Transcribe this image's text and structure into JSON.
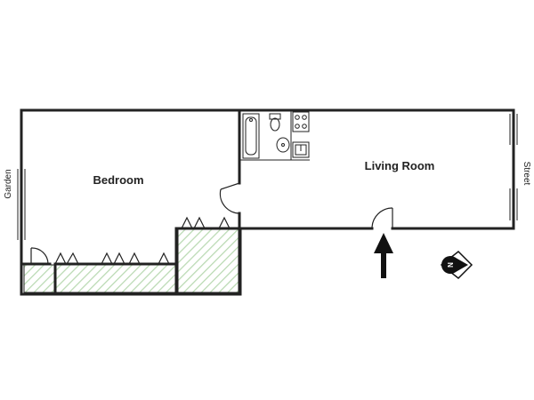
{
  "rooms": {
    "bedroom": "Bedroom",
    "living_room": "Living Room"
  },
  "sides": {
    "left": "Garden",
    "right": "Street"
  },
  "compass": {
    "letter": "N"
  },
  "colors": {
    "wall": "#222222",
    "hatch": "#b9d9b2",
    "background": "#ffffff"
  },
  "icons": [
    "entrance-arrow-icon",
    "compass-icon",
    "bathtub-icon",
    "toilet-icon",
    "sink-icon",
    "stove-icon"
  ]
}
